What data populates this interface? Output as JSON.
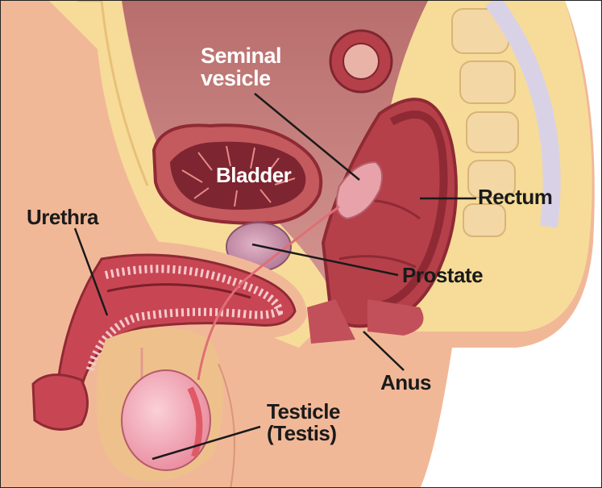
{
  "labels": {
    "seminal_vesicle_1": "Seminal",
    "seminal_vesicle_2": "vesicle",
    "bladder": "Bladder",
    "rectum": "Rectum",
    "urethra": "Urethra",
    "prostate": "Prostate",
    "anus": "Anus",
    "testicle_1": "Testicle",
    "testicle_2": "(Testis)"
  },
  "colors": {
    "skin": "#f1b898",
    "fat": "#f6dc98",
    "muscle": "#b5404a",
    "muscle_dark": "#8f2a34",
    "cavity": "#c47a78",
    "prostate": "#c48aa4",
    "testicle": "#f2a2b2",
    "label_text": "#1a1a1a"
  }
}
